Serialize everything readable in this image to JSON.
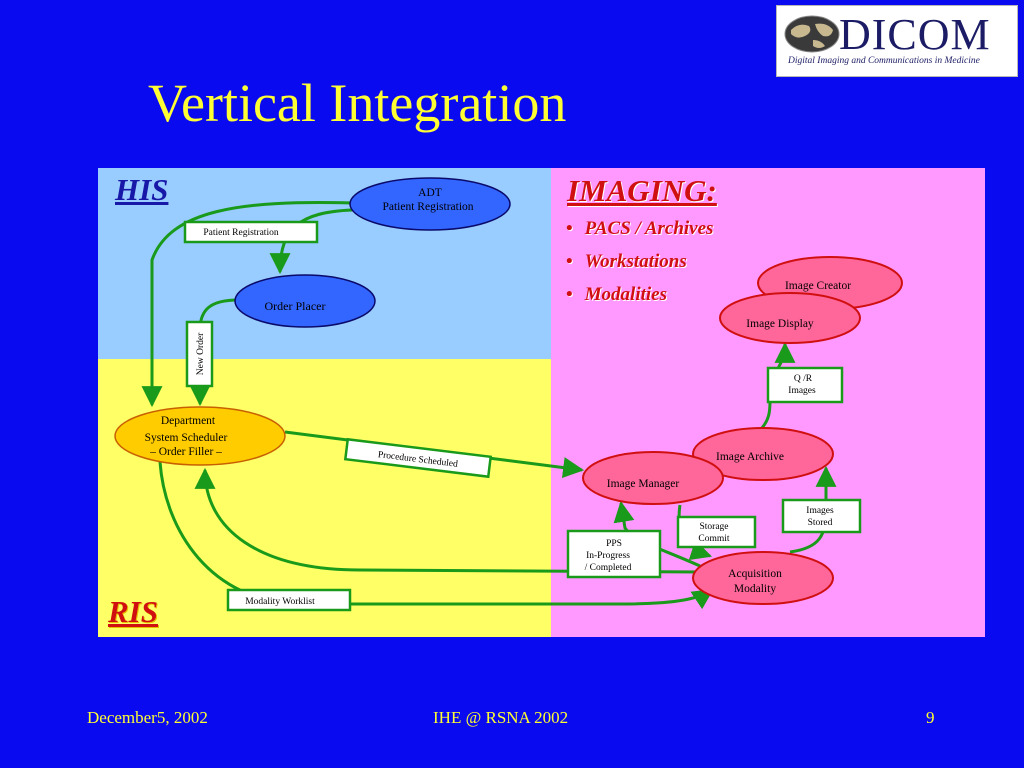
{
  "slide": {
    "title": "Vertical Integration",
    "logo": {
      "word": "DICOM",
      "tagline": "Digital Imaging and Communications in Medicine",
      "icon": "globe-icon"
    },
    "footer": {
      "date": "December5, 2002",
      "event": "IHE @ RSNA 2002",
      "page": "9"
    }
  },
  "diagram": {
    "sections": {
      "his": "HIS",
      "ris": "RIS",
      "imaging": "IMAGING:"
    },
    "imaging_bullets": [
      "PACS / Archives",
      "Workstations",
      "Modalities"
    ],
    "nodes": {
      "adt_line1": "ADT",
      "adt_line2": "Patient Registration",
      "order_placer": "Order Placer",
      "dss_line1": "Department",
      "dss_line2": "System Scheduler",
      "dss_line3": "– Order Filler –",
      "image_creator": "Image Creator",
      "image_display": "Image Display",
      "image_archive": "Image Archive",
      "image_manager": "Image Manager",
      "acq_line1": "Acquisition",
      "acq_line2": "Modality"
    },
    "transactions": {
      "patient_registration": "Patient Registration",
      "new_order": "New Order",
      "procedure_scheduled": "Procedure Scheduled",
      "qr_line1": "Q /R",
      "qr_line2": "Images",
      "images_stored_line1": "Images",
      "images_stored_line2": "Stored",
      "storage_commit_line1": "Storage",
      "storage_commit_line2": "Commit",
      "pps_line1": "PPS",
      "pps_line2": "In-Progress",
      "pps_line3": "/ Completed",
      "modality_worklist": "Modality Worklist"
    }
  },
  "colors": {
    "background": "#0a0af0",
    "title": "#ffff33",
    "his_zone": "#99ccff",
    "ris_zone": "#ffff66",
    "imaging_zone": "#ff99ff",
    "his_actor": "#3366ff",
    "ris_actor": "#ffcc00",
    "imaging_actor": "#ff6699",
    "flow": "#1a9a1a"
  }
}
